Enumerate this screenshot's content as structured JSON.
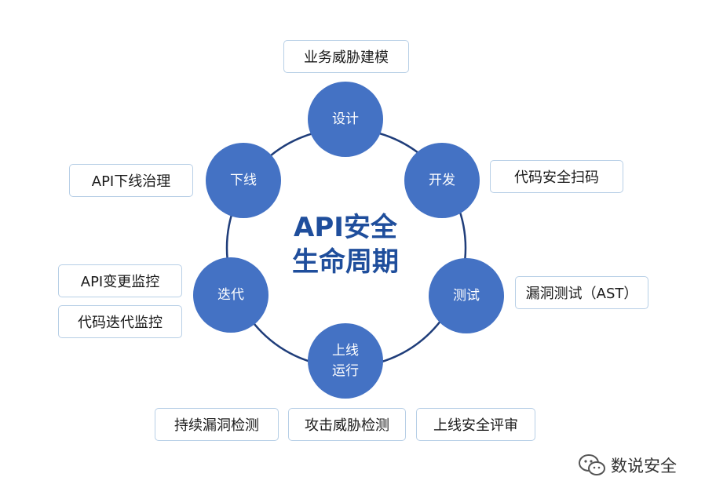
{
  "center": {
    "line1": "API安全",
    "line2": "生命周期"
  },
  "stages": [
    {
      "id": "design",
      "lines": [
        "设计"
      ]
    },
    {
      "id": "develop",
      "lines": [
        "开发"
      ]
    },
    {
      "id": "test",
      "lines": [
        "测试"
      ]
    },
    {
      "id": "operate",
      "lines": [
        "上线",
        "运行"
      ]
    },
    {
      "id": "iterate",
      "lines": [
        "迭代"
      ]
    },
    {
      "id": "retire",
      "lines": [
        "下线"
      ]
    }
  ],
  "activities": {
    "design": [
      "业务威胁建模"
    ],
    "develop": [
      "代码安全扫码"
    ],
    "test": [
      "漏洞测试（AST）"
    ],
    "operate": [
      "持续漏洞检测",
      "攻击威胁检测",
      "上线安全评审"
    ],
    "iterate": [
      "API变更监控",
      "代码迭代监控"
    ],
    "retire": [
      "API下线治理"
    ]
  },
  "watermark": {
    "text": "数说安全",
    "icon": "wechat-icon"
  },
  "colors": {
    "node": "#4472c4",
    "ring": "#1f3d7a",
    "title": "#1f4e9c",
    "box_border": "#b7cfe6"
  }
}
